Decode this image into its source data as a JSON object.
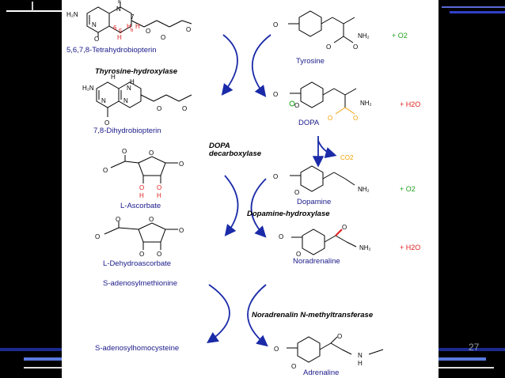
{
  "slide": {
    "page_number": "27"
  },
  "compounds": {
    "bh4": "5,6,7,8-Tetrahydrobiopterin",
    "tyrosine": "Tyrosine",
    "bh2": "7,8-Dihydrobiopterin",
    "dopa": "DOPA",
    "l_ascorbate": "L-Ascorbate",
    "dopamine": "Dopamine",
    "l_dehydroascorbate": "L-Dehydroascorbate",
    "noradrenaline": "Noradrenaline",
    "sam": "S-adenosylmethionine",
    "sah": "S-adenosylhomocysteine",
    "adrenaline": "Adrenaline"
  },
  "enzymes": {
    "tyrosine_hydroxylase": "Thyrosine-hydroxylase",
    "dopa_decarboxylase": "DOPA\ndecarboxylase",
    "dopamine_hydroxylase": "Dopamine-hydroxylase",
    "noradrenalin_methyltransferase": "Noradrenalin N-methyltransferase"
  },
  "cofactors": {
    "o2_1": "+ O2",
    "h2o_1": "+ H2O",
    "co2": "CO2",
    "o2_2": "+ O2",
    "h2o_2": "+ H2O"
  },
  "colors": {
    "arrow": "#1a2aa8",
    "label": "#1a1a8a",
    "red": "#e02020",
    "orange": "#f0a000",
    "green": "#20a020",
    "background": "#000000"
  }
}
